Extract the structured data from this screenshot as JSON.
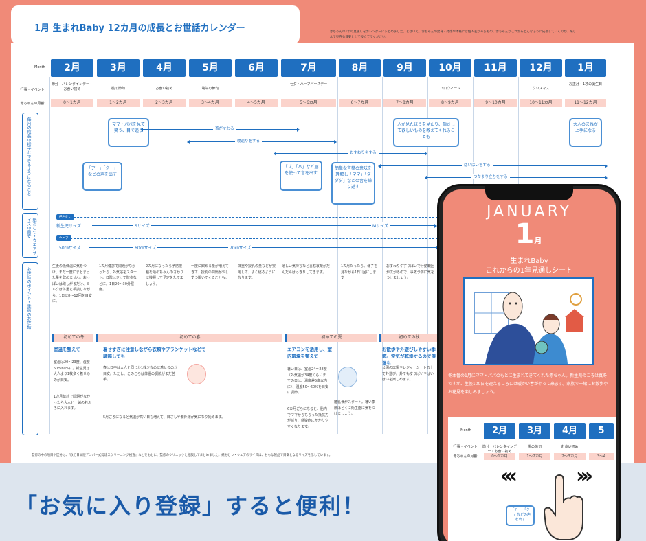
{
  "calendar": {
    "title": "1月 生まれBaby 12カ月の成長とお世話カレンダー",
    "intro": "赤ちゃんの1年の見通しをカレンダーにまとめました。とはいえ、赤ちゃんの発育・発達や体格には個人差があるもの。赤ちゃんがこれからどんなふうに成長していくのか、楽しんで見守る目安として役立ててください。",
    "month_row_label": "Month",
    "events_row_label": "行事・イベント",
    "age_row_label": "赤ちゃんの月齢",
    "months": [
      "2月",
      "3月",
      "4月",
      "5月",
      "6月",
      "7月",
      "8月",
      "9月",
      "10月",
      "11月",
      "12月",
      "1月"
    ],
    "events": [
      "節分・バレンタインデー・お食い初め",
      "桃の節句",
      "お食い初め",
      "端午の節句",
      "",
      "七夕・ハーフバースデー",
      "",
      "",
      "ハロウィーン",
      "",
      "クリスマス",
      "お正月・1才の誕生日"
    ],
    "ages": [
      "0〜1カ月",
      "1〜2カ月",
      "2〜3カ月",
      "3〜4カ月",
      "4〜5カ月",
      "5〜6カ月",
      "6〜7カ月",
      "7〜8カ月",
      "8〜9カ月",
      "9〜10カ月",
      "10〜11カ月",
      "11〜12カ月"
    ],
    "growth_label": "毎月の成長の様子とできるようになること",
    "growth_boxes": [
      "ママ・パパを見て笑う、目で追う",
      "「アー」「クー」などの声を出す",
      "「ブ」「バ」など唇を使って音を出す",
      "簡単な言葉の意味を理解し「ママ」「ダダダ」などの音を繰り返す",
      "人が見たほうを見たり、指さして欲しいものを教えてくれることも",
      "大人のまねが上手になる"
    ],
    "growth_arrows": [
      "首がすわる",
      "寝返りをする",
      "おすわりをする",
      "はいはいをする",
      "つかまり立ちをする"
    ],
    "diaper_label": "紙おむつ・ウエアサイズの目安",
    "diaper_tag": "紙おむつ",
    "wear_tag": "ウエア",
    "diaper_sizes": [
      "新生児サイズ",
      "Sサイズ",
      "Mサイズ"
    ],
    "wear_sizes": [
      "50㎝サイズ",
      "60㎝サイズ",
      "70㎝サイズ"
    ],
    "care_label": "お世話のポイント・季節のお世話",
    "care_notes": [
      "生後の低体温に気をつけ、まだ一度にまとまった量を飲めません。おっぱいは欲しがるだけ、ミルクは体重と相談しながら、1日に8〜12回を目安に。",
      "1カ月健診で問題がなかったら、外気浴をスタート。日陰はさけて散歩などに。1日20〜30分程度。",
      "2カ月になったら予防接種を始めちゃんのさかりに接種して予定をたてましょう。",
      "一度に飲める量が増えてきて、授乳の間隔が少しずつ開いてくることも。",
      "体重や授乳の量などが安定して、よく寝るようになります。",
      "嬉しい気持ちなど喜怒哀楽がだんだんはっきりしてきます。",
      "1カ月たったら、様子を見ながら1日1回にします",
      "おすわりやずりばいで行動範囲が広がるので、事故予防に気をつけましょう。"
    ],
    "seasons": [
      "初めての冬",
      "初めての春",
      "初めての夏",
      "初めての秋"
    ],
    "season_titles": [
      "室温を整えて",
      "着せすぎに注意しながら衣類やブランケットなどで調節しても",
      "エアコンを活用し、室内環境を整えて",
      "お散歩や外遊びしやすい季節。空気が乾燥するので保湿も"
    ],
    "season_texts": [
      "室温は20〜23度、湿度50〜60%に。新生児は大人より1枚多く着せるのが目安。",
      "1カ月健診で問題がなかったら大人と一緒のおふろに入れます。",
      "春は日中は大人と同じか1枚少なめに着せるのが目安。ただし、このころは体温の調節がまだ苦手。",
      "5月ごろになると気温が高い日も増えて、日ざしや紫外線が気になり始めます。",
      "暑い日は、室温24〜28度（外気温が34度くらいまでの日は、温度差5度以内に）、湿度50〜60%を目安に調節。",
      "6カ月ごろになると、胎内でママからもらった抵抗力が減り、感染症にかかりやすくなります。",
      "離乳食がスタート。暑い季節はとくに衛生面に気をつけましょう。",
      "公園の広場やレジャーシートの上で外遊び。外でもすりばいやはいはいを楽しめます。"
    ],
    "footnote": "監修の中の項目や区分は、『改訂日本版デンバー式発達スクリーニング検査』などをもとに、監修のクリニックと相談してまとめました。紙おむつ・ウエアのサイズは、おもな製品で目安となるサイズを示しています。"
  },
  "banner": {
    "text": "「お気に入り登録」すると便利！"
  },
  "phone": {
    "title": "JANUARY",
    "month_num": "1",
    "month_unit": "月",
    "subtitle_1": "生まれBaby",
    "subtitle_2": "これからの1年見通しシート",
    "body": "冬本番の1月にママ・パパのもとに生まれてきてくれた赤ちゃん。新生児のころは真冬ですが、生後100日を迎えるころには暖かい春がやって来ます。家族で一緒にお散歩やお花見を楽しみましょう。",
    "cal_months": [
      "2月",
      "3月",
      "4月",
      "5"
    ],
    "cal_events": [
      "節分・バレンタインデー・お食い初め",
      "桃の節句",
      "お食い初め",
      ""
    ],
    "cal_ages": [
      "0〜1カ月",
      "1〜2カ月",
      "2〜3カ月",
      "3〜4"
    ],
    "cal_box": "「アー」「クー」などの声を出す"
  },
  "colors": {
    "accent": "#1f6fc0",
    "background": "#f08a78",
    "pink": "#fbd3cb",
    "banner_bg": "#dde5ee"
  }
}
